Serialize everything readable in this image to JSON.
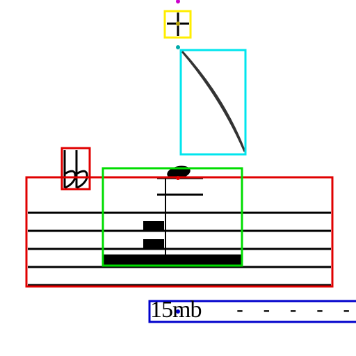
{
  "annotation_colors": {
    "staff_box": "#e00000",
    "accidental_box": "#e00000",
    "note_group_box": "#00dd00",
    "slur_box": "#00e5ee",
    "fermata_box": "#ffee00",
    "text_box": "#0000cc",
    "marker_magenta": "#cc00cc",
    "marker_teal": "#00aaaa"
  },
  "score": {
    "accidental_symbol": "double-flat",
    "ottava_text": "15mb",
    "ottava_dashes": "- - - - -"
  },
  "icons": {
    "fermata": "crosshair-icon",
    "slur": "slur-arc",
    "accidental": "double-flat-glyph"
  }
}
